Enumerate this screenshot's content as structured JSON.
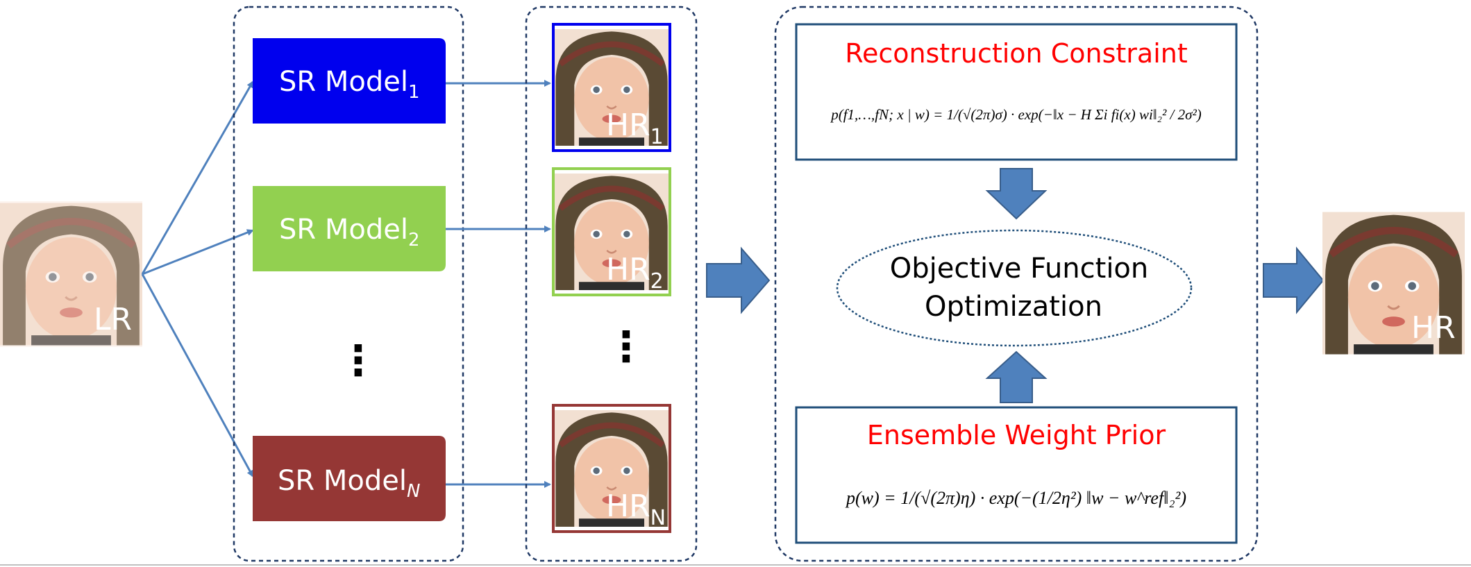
{
  "input": {
    "label": "LR"
  },
  "output": {
    "label": "HR"
  },
  "models": [
    {
      "name": "SR Model",
      "sub": "1",
      "color": "#0000ee"
    },
    {
      "name": "SR Model",
      "sub": "2",
      "color": "#92d050"
    },
    {
      "name": "SR Model",
      "sub": "N",
      "color": "#953735"
    }
  ],
  "hr_outputs": [
    {
      "label": "HR",
      "sub": "1",
      "border": "#0000ee"
    },
    {
      "label": "HR",
      "sub": "2",
      "border": "#92d050"
    },
    {
      "label": "HR",
      "sub": "N",
      "border": "#953735"
    }
  ],
  "ellipsis": "⋮",
  "reconstruction": {
    "title": "Reconstruction Constraint",
    "formula": "p(f1,…,fN; x | w) = 1/(√(2π)σ) · exp(−‖x − H Σi fi(x) wi‖₂² / 2σ²)"
  },
  "objective": {
    "line1": "Objective Function",
    "line2": "Optimization"
  },
  "prior": {
    "title": "Ensemble Weight Prior",
    "formula": "p(w) = 1/(√(2π)η) · exp(−(1/2η²) ‖w − w^ref‖₂²)"
  },
  "colors": {
    "arrow": "#4f81bd",
    "box_border": "#1f3864",
    "title_red": "#ff0000"
  }
}
